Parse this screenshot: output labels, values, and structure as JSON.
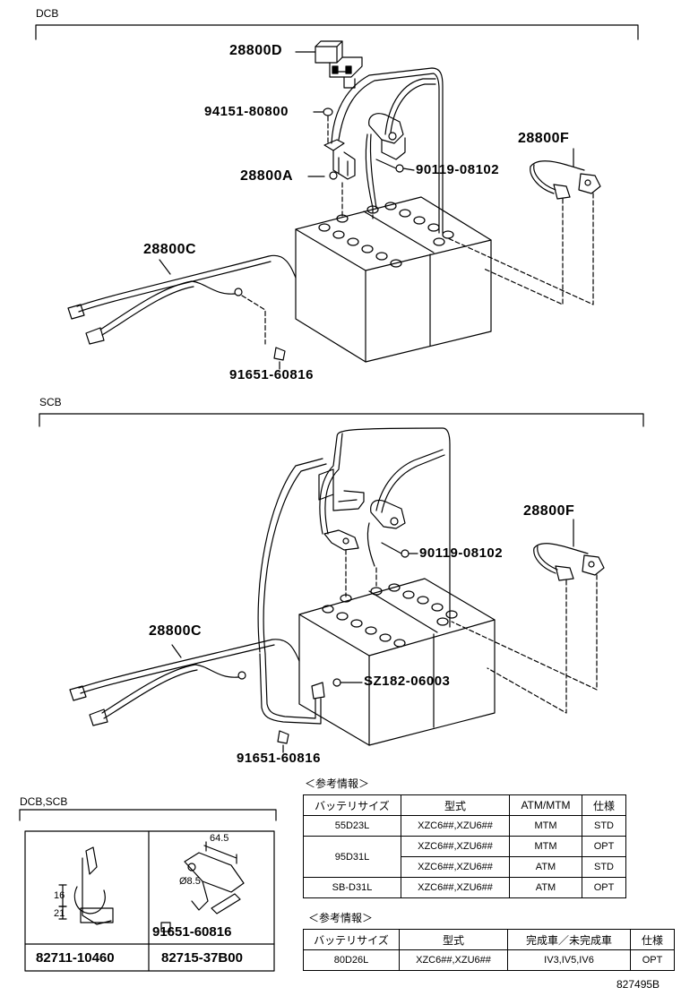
{
  "sections": {
    "dcb": "DCB",
    "scb": "SCB",
    "clamp": "DCB,SCB"
  },
  "dcb_parts": {
    "p28800D": "28800D",
    "p94151": "94151-80800",
    "p28800A": "28800A",
    "p90119": "90119-08102",
    "p28800F": "28800F",
    "p28800C": "28800C",
    "p91651": "91651-60816"
  },
  "scb_parts": {
    "p28800F": "28800F",
    "p90119": "90119-08102",
    "p28800C": "28800C",
    "pSZ182": "SZ182-06003",
    "p91651": "91651-60816"
  },
  "clamp_box": {
    "dim_16": "16",
    "dim_21": "21",
    "dim_64": "64.5",
    "dim_85": "Ø8.5",
    "inner_part": "91651-60816",
    "part_left": "82711-10460",
    "part_right": "82715-37B00"
  },
  "table1": {
    "title": "＜参考情報＞",
    "headers": [
      "バッテリサイズ",
      "型式",
      "ATM/MTM",
      "仕様"
    ],
    "rows": [
      {
        "size": "55D23L",
        "model": "XZC6##,XZU6##",
        "trans": "MTM",
        "spec": "STD"
      },
      {
        "size": "95D31L",
        "model": "XZC6##,XZU6##",
        "trans": "MTM",
        "spec": "OPT"
      },
      {
        "size": "",
        "model": "XZC6##,XZU6##",
        "trans": "ATM",
        "spec": "STD"
      },
      {
        "size": "SB-D31L",
        "model": "XZC6##,XZU6##",
        "trans": "ATM",
        "spec": "OPT"
      }
    ]
  },
  "table2": {
    "title": "＜参考情報＞",
    "headers": [
      "バッテリサイズ",
      "型式",
      "完成車／未完成車",
      "仕様"
    ],
    "rows": [
      {
        "size": "80D26L",
        "model": "XZC6##,XZU6##",
        "type": "IV3,IV5,IV6",
        "spec": "OPT"
      }
    ]
  },
  "doc_id": "827495B"
}
